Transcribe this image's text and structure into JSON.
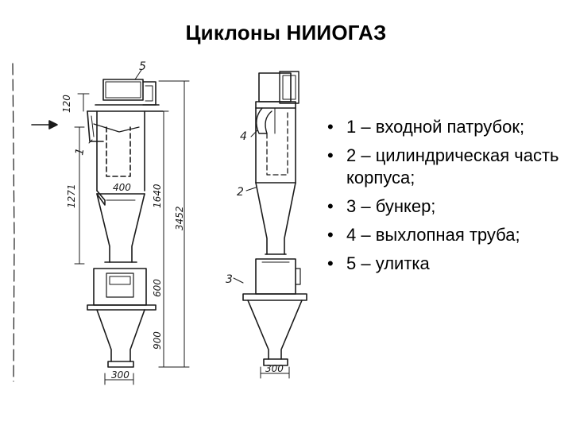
{
  "title": "Циклоны НИИОГАЗ",
  "legend": [
    "1 – входной патрубок;",
    "2 – цилиндрическая часть корпуса;",
    "3 – бункер;",
    "4 – выхлопная труба;",
    "5 – улитка"
  ],
  "left_view": {
    "callouts": [
      "5",
      "1"
    ],
    "dimensions": [
      "120",
      "400",
      "1271",
      "1640",
      "3452",
      "600",
      "900",
      "300"
    ]
  },
  "right_view": {
    "callouts": [
      "4",
      "2",
      "3"
    ],
    "dimensions": [
      "300"
    ]
  },
  "colors": {
    "ink": "#1a1a1a",
    "background": "#ffffff"
  }
}
